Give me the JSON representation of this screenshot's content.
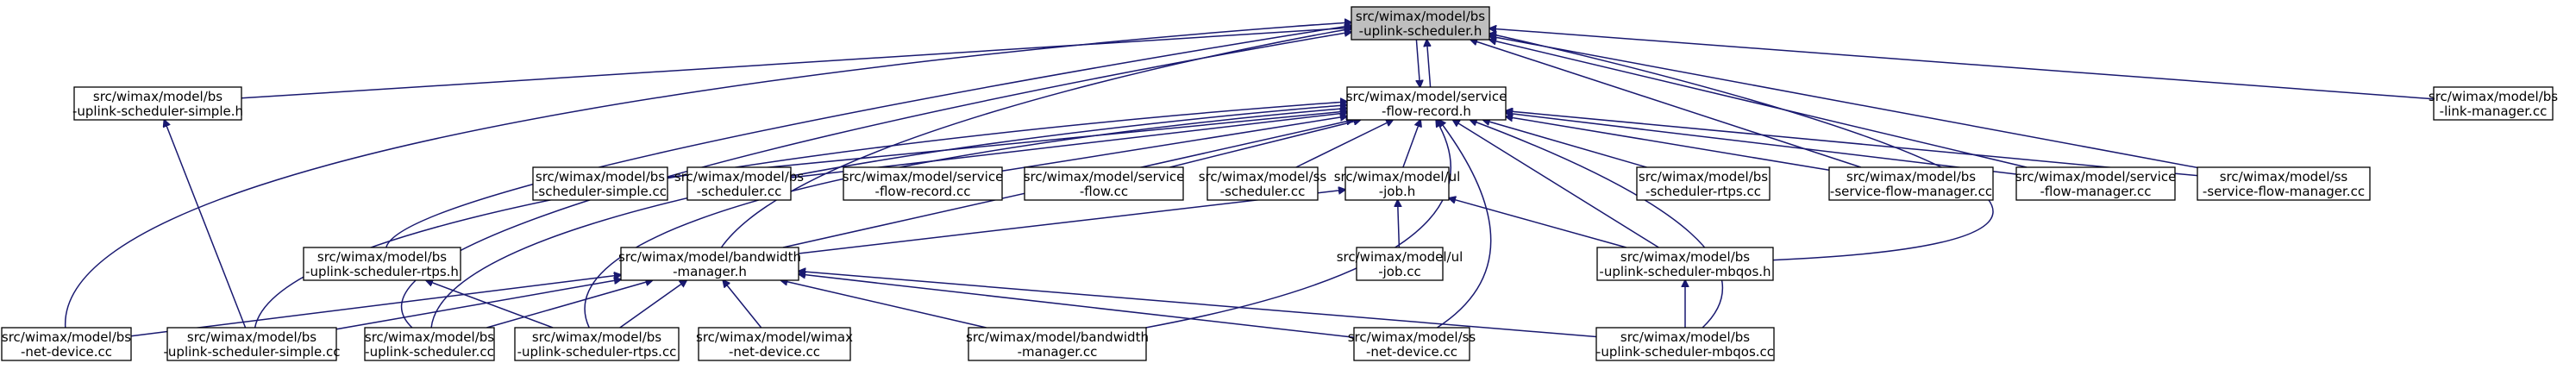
{
  "graph": {
    "colors": {
      "edge": "#191970",
      "root_fill": "#bfbfbf",
      "node_fill": "#ffffff",
      "border": "#000000"
    },
    "nodes": [
      {
        "id": "root",
        "lines": [
          "src/wimax/model/bs",
          "-uplink-scheduler.h"
        ],
        "highlight": true
      },
      {
        "id": "usimpleh",
        "lines": [
          "src/wimax/model/bs",
          "-uplink-scheduler-simple.h"
        ]
      },
      {
        "id": "sfrh",
        "lines": [
          "src/wimax/model/service",
          "-flow-record.h"
        ]
      },
      {
        "id": "linkmgr",
        "lines": [
          "src/wimax/model/bs",
          "-link-manager.cc"
        ]
      },
      {
        "id": "schedsimple",
        "lines": [
          "src/wimax/model/bs",
          "-scheduler-simple.cc"
        ]
      },
      {
        "id": "sched",
        "lines": [
          "src/wimax/model/bs",
          "-scheduler.cc"
        ]
      },
      {
        "id": "sfrcc",
        "lines": [
          "src/wimax/model/service",
          "-flow-record.cc"
        ]
      },
      {
        "id": "sfcc",
        "lines": [
          "src/wimax/model/service",
          "-flow.cc"
        ]
      },
      {
        "id": "ssched",
        "lines": [
          "src/wimax/model/ss",
          "-scheduler.cc"
        ]
      },
      {
        "id": "ulh",
        "lines": [
          "src/wimax/model/ul",
          "-job.h"
        ]
      },
      {
        "id": "schedrtps",
        "lines": [
          "src/wimax/model/bs",
          "-scheduler-rtps.cc"
        ]
      },
      {
        "id": "bssfm",
        "lines": [
          "src/wimax/model/bs",
          "-service-flow-manager.cc"
        ]
      },
      {
        "id": "sfm",
        "lines": [
          "src/wimax/model/service",
          "-flow-manager.cc"
        ]
      },
      {
        "id": "sssfm",
        "lines": [
          "src/wimax/model/ss",
          "-service-flow-manager.cc"
        ]
      },
      {
        "id": "urtpsh",
        "lines": [
          "src/wimax/model/bs",
          "-uplink-scheduler-rtps.h"
        ]
      },
      {
        "id": "bwh",
        "lines": [
          "src/wimax/model/bandwidth",
          "-manager.h"
        ]
      },
      {
        "id": "ulcc",
        "lines": [
          "src/wimax/model/ul",
          "-job.cc"
        ]
      },
      {
        "id": "umbqosh",
        "lines": [
          "src/wimax/model/bs",
          "-uplink-scheduler-mbqos.h"
        ]
      },
      {
        "id": "bsnet",
        "lines": [
          "src/wimax/model/bs",
          "-net-device.cc"
        ]
      },
      {
        "id": "usimplecc",
        "lines": [
          "src/wimax/model/bs",
          "-uplink-scheduler-simple.cc"
        ]
      },
      {
        "id": "ucc",
        "lines": [
          "src/wimax/model/bs",
          "-uplink-scheduler.cc"
        ]
      },
      {
        "id": "urtpscc",
        "lines": [
          "src/wimax/model/bs",
          "-uplink-scheduler-rtps.cc"
        ]
      },
      {
        "id": "wimaxnet",
        "lines": [
          "src/wimax/model/wimax",
          "-net-device.cc"
        ]
      },
      {
        "id": "bwcc",
        "lines": [
          "src/wimax/model/bandwidth",
          "-manager.cc"
        ]
      },
      {
        "id": "ssnet",
        "lines": [
          "src/wimax/model/ss",
          "-net-device.cc"
        ]
      },
      {
        "id": "umbqoscc",
        "lines": [
          "src/wimax/model/bs",
          "-uplink-scheduler-mbqos.cc"
        ]
      }
    ],
    "edges": [
      {
        "from": "usimpleh",
        "to": "root"
      },
      {
        "from": "sfrh",
        "to": "root"
      },
      {
        "from": "root",
        "to": "sfrh"
      },
      {
        "from": "linkmgr",
        "to": "root"
      },
      {
        "from": "bsnet",
        "to": "root"
      },
      {
        "from": "urtpsh",
        "to": "root"
      },
      {
        "from": "bwh",
        "to": "root"
      },
      {
        "from": "ucc",
        "to": "root"
      },
      {
        "from": "bssfm",
        "to": "root"
      },
      {
        "from": "sfm",
        "to": "root"
      },
      {
        "from": "sssfm",
        "to": "root"
      },
      {
        "from": "umbqosh",
        "to": "root"
      },
      {
        "from": "usimplecc",
        "to": "usimpleh"
      },
      {
        "from": "schedsimple",
        "to": "sfrh"
      },
      {
        "from": "sched",
        "to": "sfrh"
      },
      {
        "from": "sfrcc",
        "to": "sfrh"
      },
      {
        "from": "sfcc",
        "to": "sfrh"
      },
      {
        "from": "ssched",
        "to": "sfrh"
      },
      {
        "from": "ulh",
        "to": "sfrh"
      },
      {
        "from": "schedrtps",
        "to": "sfrh"
      },
      {
        "from": "bssfm",
        "to": "sfrh"
      },
      {
        "from": "sfm",
        "to": "sfrh"
      },
      {
        "from": "sssfm",
        "to": "sfrh"
      },
      {
        "from": "bwh",
        "to": "sfrh"
      },
      {
        "from": "umbqosh",
        "to": "sfrh"
      },
      {
        "from": "bwcc",
        "to": "sfrh"
      },
      {
        "from": "ssnet",
        "to": "sfrh"
      },
      {
        "from": "umbqoscc",
        "to": "sfrh"
      },
      {
        "from": "usimplecc",
        "to": "sfrh"
      },
      {
        "from": "ucc",
        "to": "sfrh"
      },
      {
        "from": "urtpscc",
        "to": "sfrh"
      },
      {
        "from": "bwh",
        "to": "ulh"
      },
      {
        "from": "ulcc",
        "to": "ulh"
      },
      {
        "from": "umbqosh",
        "to": "ulh"
      },
      {
        "from": "urtpscc",
        "to": "urtpsh"
      },
      {
        "from": "bsnet",
        "to": "bwh"
      },
      {
        "from": "usimplecc",
        "to": "bwh"
      },
      {
        "from": "ucc",
        "to": "bwh"
      },
      {
        "from": "urtpscc",
        "to": "bwh"
      },
      {
        "from": "wimaxnet",
        "to": "bwh"
      },
      {
        "from": "bwcc",
        "to": "bwh"
      },
      {
        "from": "ssnet",
        "to": "bwh"
      },
      {
        "from": "umbqoscc",
        "to": "bwh"
      },
      {
        "from": "umbqoscc",
        "to": "umbqosh"
      }
    ]
  }
}
